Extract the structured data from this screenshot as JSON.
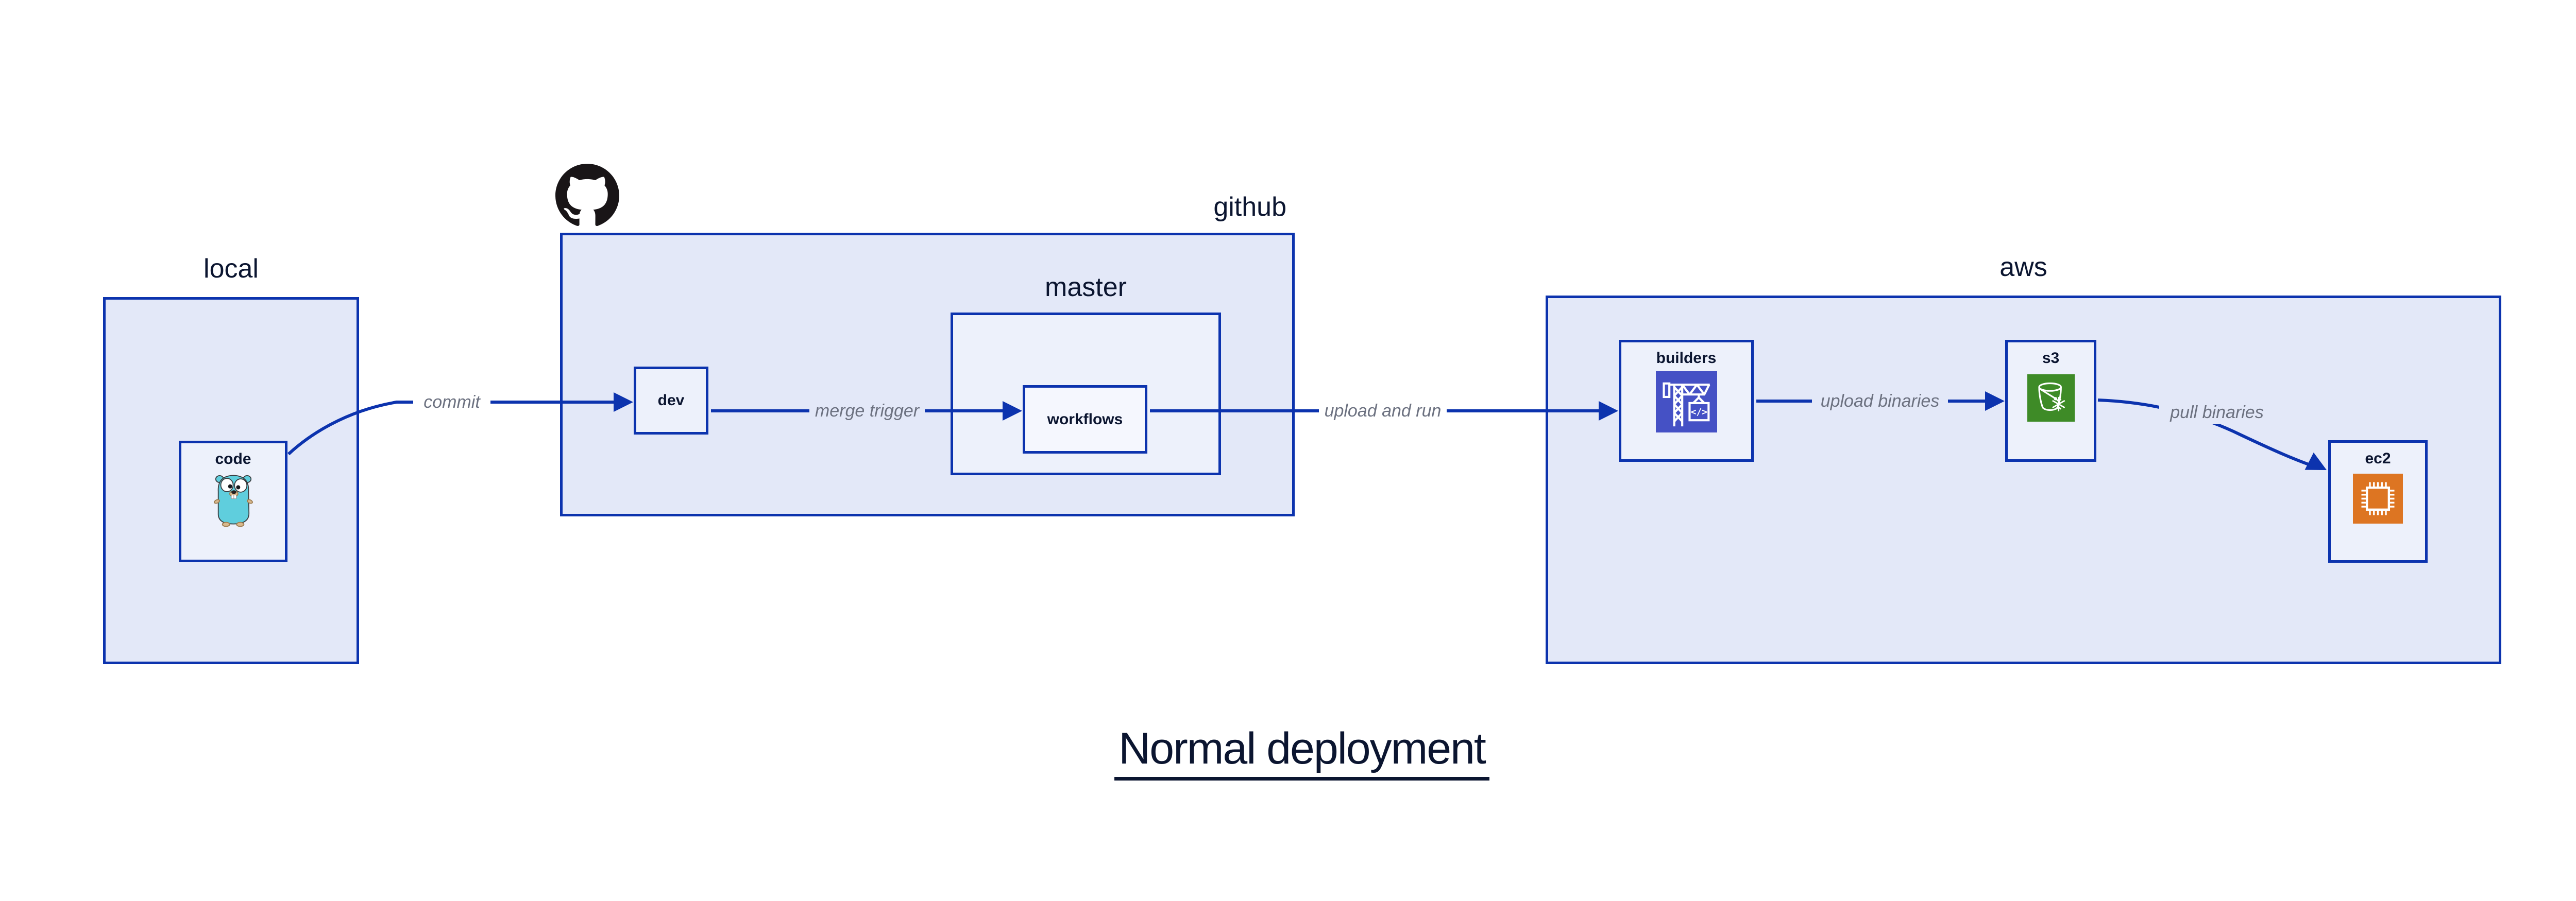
{
  "diagram": {
    "title": "Normal deployment",
    "groups": {
      "local": {
        "label": "local"
      },
      "github": {
        "label": "github"
      },
      "master": {
        "label": "master"
      },
      "aws": {
        "label": "aws"
      }
    },
    "nodes": {
      "code": {
        "label": "code",
        "icon": "go-gopher-icon"
      },
      "dev": {
        "label": "dev"
      },
      "workflows": {
        "label": "workflows"
      },
      "builders": {
        "label": "builders",
        "icon": "aws-codebuild-icon"
      },
      "s3": {
        "label": "s3",
        "icon": "aws-s3-glacier-bucket-icon"
      },
      "ec2": {
        "label": "ec2",
        "icon": "aws-ec2-chip-icon"
      }
    },
    "edges": [
      {
        "from": "code",
        "to": "dev",
        "label": "commit"
      },
      {
        "from": "dev",
        "to": "workflows",
        "label": "merge trigger"
      },
      {
        "from": "workflows",
        "to": "builders",
        "label": "upload and run"
      },
      {
        "from": "builders",
        "to": "s3",
        "label": "upload binaries"
      },
      {
        "from": "s3",
        "to": "ec2",
        "label": "pull binaries"
      }
    ],
    "colors": {
      "stroke": "#0c33ae",
      "group_fill": "#e3e8f8",
      "node_fill": "#edf1fb",
      "nested_node_fill": "#f5f7fe",
      "text": "#0b1530",
      "edge_label": "#6c7180",
      "codebuild_icon": "#4551c5",
      "s3_icon": "#3e8b27",
      "ec2_icon": "#dd7522",
      "gopher": "#5fcedd",
      "github_logo": "#191517"
    }
  }
}
